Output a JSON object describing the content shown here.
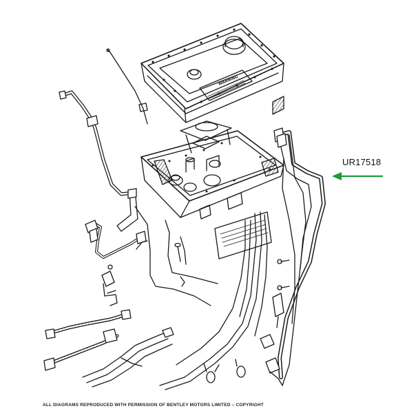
{
  "part_number": "UR17518",
  "copyright_notice": "ALL DIAGRAMS REPRODUCED WITH PERMISSION OF BENTLEY MOTORS LIMITED – COPYRIGHT",
  "warning_plate_heading": "WARNING",
  "colors": {
    "arrow": "#1a9a3a",
    "ink": "#1a1a1a",
    "background": "#ffffff"
  },
  "icons": {
    "pointer": "arrow-left-icon"
  }
}
